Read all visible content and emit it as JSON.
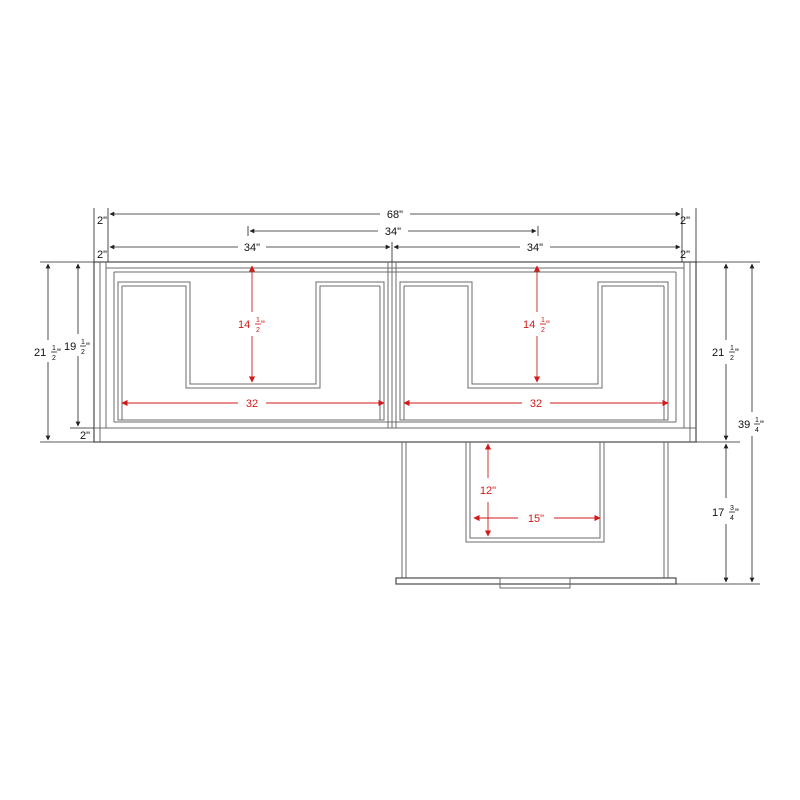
{
  "drawing": {
    "dim_overall_width": "68\"",
    "dim_post_left": "2\"",
    "dim_post_right": "2\"",
    "dim_center_span": "34\"",
    "dim_bay_left": "34\"",
    "dim_bay_right": "34\"",
    "dim_post_left_2": "2\"",
    "dim_post_right_2": "2\"",
    "dim_left_depth_whole": "21",
    "dim_left_depth_frac": "1/2",
    "dim_left_inner_whole": "19",
    "dim_left_inner_frac": "1/2",
    "dim_bottom_rail": "2\"",
    "dim_left_cut_whole": "14",
    "dim_left_cut_frac": "1/2",
    "dim_left_inner_width": "32",
    "dim_right_cut_whole": "14",
    "dim_right_cut_frac": "1/2",
    "dim_right_inner_width": "32",
    "dim_right_depth_whole": "21",
    "dim_right_depth_frac": "1/2",
    "dim_total_depth_whole": "39",
    "dim_total_depth_frac": "1/4",
    "dim_ext_depth_whole": "17",
    "dim_ext_depth_frac": "3/4",
    "dim_ext_cut_depth": "12\"",
    "dim_ext_cut_width": "15\""
  },
  "colors": {
    "outline": "#6b6b6b",
    "dimension_black": "#222222",
    "dimension_red": "#d21a1a"
  }
}
